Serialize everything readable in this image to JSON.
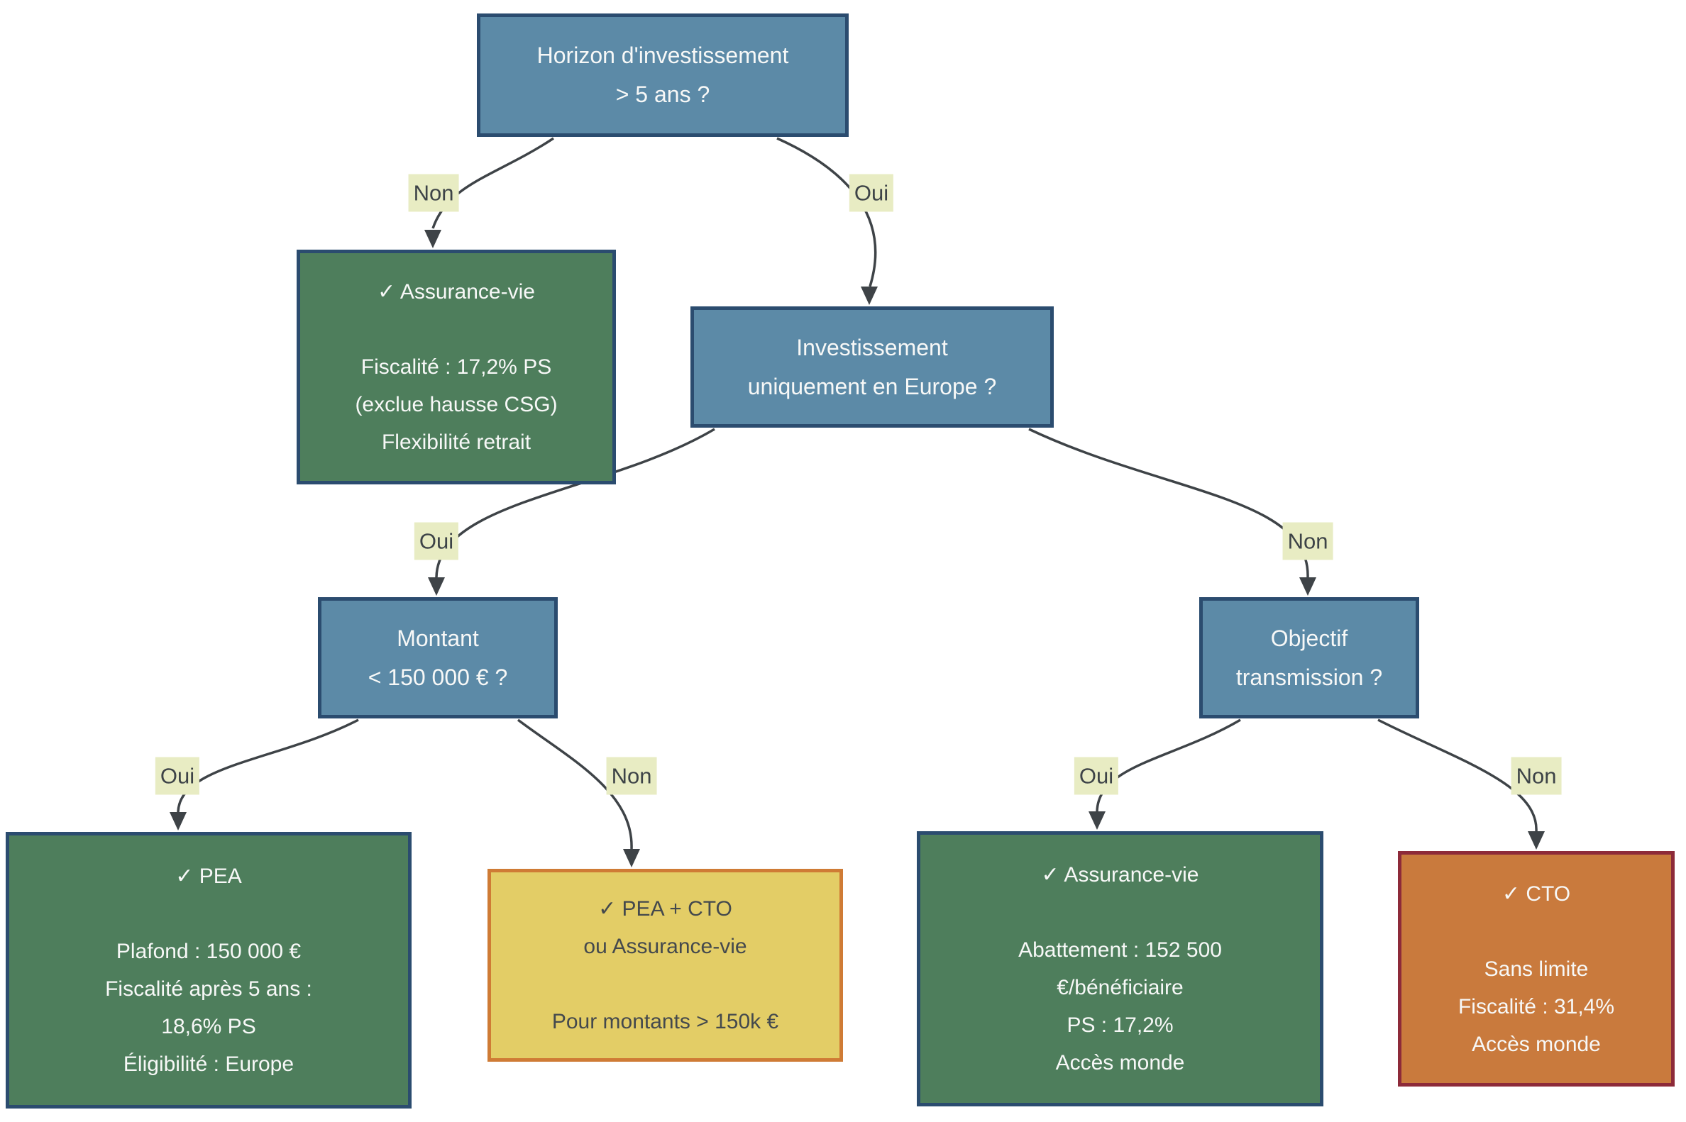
{
  "flowchart": {
    "nodes": {
      "horizon": {
        "kind": "decision",
        "lines": [
          "Horizon d'investissement",
          "> 5 ans ?"
        ]
      },
      "assurance_vie": {
        "kind": "result-green",
        "lines": [
          "✓ Assurance-vie",
          "",
          "Fiscalité : 17,2% PS",
          "(exclue hausse CSG)",
          "Flexibilité retrait"
        ]
      },
      "investissement_europe": {
        "kind": "decision",
        "lines": [
          "Investissement",
          "uniquement en Europe ?"
        ]
      },
      "montant": {
        "kind": "decision",
        "lines": [
          "Montant",
          "< 150 000 € ?"
        ]
      },
      "objectif_transmission": {
        "kind": "decision",
        "lines": [
          "Objectif",
          "transmission ?"
        ]
      },
      "pea": {
        "kind": "result-green",
        "lines": [
          "✓ PEA",
          "",
          "Plafond : 150 000 €",
          "Fiscalité après 5 ans :",
          "18,6% PS",
          "Éligibilité : Europe"
        ]
      },
      "pea_cto_ou_av": {
        "kind": "result-yellow",
        "lines": [
          "✓ PEA + CTO",
          "ou Assurance-vie",
          "",
          "Pour montants > 150k €"
        ]
      },
      "assurance_vie_transmission": {
        "kind": "result-green",
        "lines": [
          "✓ Assurance-vie",
          "",
          "Abattement : 152 500",
          "€/bénéficiaire",
          "PS : 17,2%",
          "Accès monde"
        ]
      },
      "cto": {
        "kind": "result-orange",
        "lines": [
          "✓ CTO",
          "",
          "Sans limite",
          "Fiscalité : 31,4%",
          "Accès monde"
        ]
      }
    },
    "edges": [
      {
        "from": "horizon",
        "to": "assurance_vie",
        "label": "Non"
      },
      {
        "from": "horizon",
        "to": "investissement_europe",
        "label": "Oui"
      },
      {
        "from": "investissement_europe",
        "to": "montant",
        "label": "Oui"
      },
      {
        "from": "investissement_europe",
        "to": "objectif_transmission",
        "label": "Non"
      },
      {
        "from": "montant",
        "to": "pea",
        "label": "Oui"
      },
      {
        "from": "montant",
        "to": "pea_cto_ou_av",
        "label": "Non"
      },
      {
        "from": "objectif_transmission",
        "to": "assurance_vie_transmission",
        "label": "Oui"
      },
      {
        "from": "objectif_transmission",
        "to": "cto",
        "label": "Non"
      }
    ],
    "colors": {
      "decision_fill": "#5c8aa7",
      "node_border": "#2b4c6f",
      "green_fill": "#4e7e5c",
      "yellow_fill": "#e3cd66",
      "yellow_border": "#cf7b35",
      "orange_fill": "#c97a3d",
      "orange_border": "#8d2a39",
      "label_bg": "#e8ecc3",
      "label_text": "#3d4347",
      "edge_line": "#3e4347",
      "text_light": "#f7f8f7",
      "text_dark": "#44494d"
    }
  }
}
